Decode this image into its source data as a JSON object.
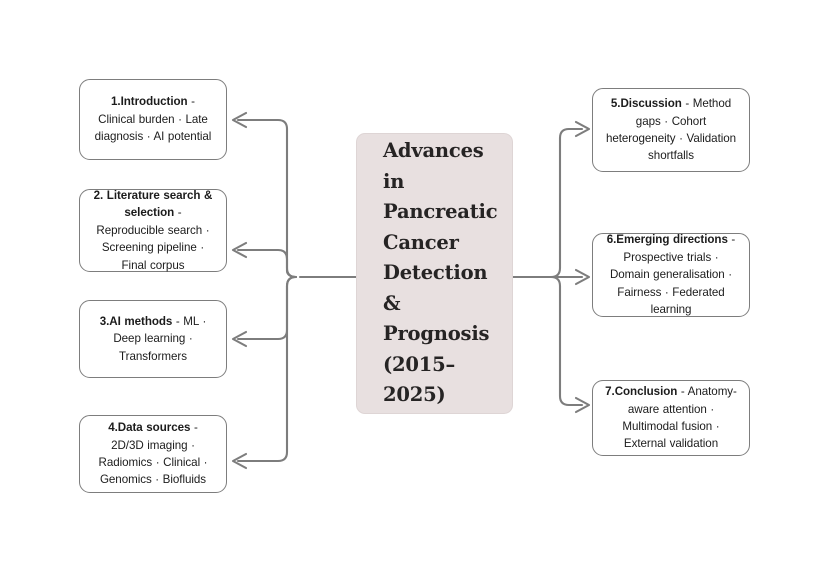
{
  "diagram": {
    "type": "mind-map",
    "orientation": "horizontal-center-out",
    "background_color": "#ffffff",
    "center": {
      "title": "Advances in Pancreatic Cancer Detection & Prognosis (2015–2025)",
      "lines": [
        "Advances in",
        "Pancreatic",
        "Cancer",
        "Detection &",
        "Prognosis",
        "(2015–2025)"
      ],
      "fill_color": "#e8e0e0",
      "border_color": "#ded5d5",
      "text_color": "#262424"
    },
    "node_style": {
      "fill_color": "#ffffff",
      "border_color": "#7d7d7d",
      "text_color": "#1c1c1c",
      "connector_color": "#7d7d7d"
    },
    "left_branches": [
      {
        "id": "node-1",
        "heading": "1.Introduction",
        "separator": " - ",
        "detail": "Clinical burden · Late diagnosis · AI potential",
        "full_text": "1.Introduction - Clinical burden · Late diagnosis · AI potential"
      },
      {
        "id": "node-2",
        "heading": "2. Literature search & selection",
        "separator": " - ",
        "detail": "Reproducible search · Screening pipeline · Final corpus",
        "full_text": "2. Literature search & selection - Reproducible search · Screening pipeline · Final corpus"
      },
      {
        "id": "node-3",
        "heading": "3.AI methods",
        "separator": " - ",
        "detail": "ML · Deep learning · Transformers",
        "full_text": "3.AI methods - ML · Deep learning · Transformers"
      },
      {
        "id": "node-4",
        "heading": "4.Data sources",
        "separator": " - ",
        "detail": "2D/3D imaging · Radiomics · Clinical · Genomics · Biofluids",
        "full_text": "4.Data sources - 2D/3D imaging · Radiomics · Clinical · Genomics · Biofluids"
      }
    ],
    "right_branches": [
      {
        "id": "node-5",
        "heading": "5.Discussion",
        "separator": " - ",
        "detail": "Method gaps · Cohort heterogeneity · Validation shortfalls",
        "full_text": "5.Discussion - Method gaps · Cohort heterogeneity · Validation shortfalls"
      },
      {
        "id": "node-6",
        "heading": "6.Emerging directions",
        "separator": " - ",
        "detail": "Prospective trials · Domain generalisation · Fairness · Federated learning",
        "full_text": "6.Emerging directions - Prospective trials · Domain generalisation · Fairness · Federated learning"
      },
      {
        "id": "node-7",
        "heading": "7.Conclusion",
        "separator": " - ",
        "detail": "Anatomy-aware attention · Multimodal fusion · External validation",
        "full_text": "7.Conclusion - Anatomy-aware attention · Multimodal fusion · External validation"
      }
    ]
  }
}
